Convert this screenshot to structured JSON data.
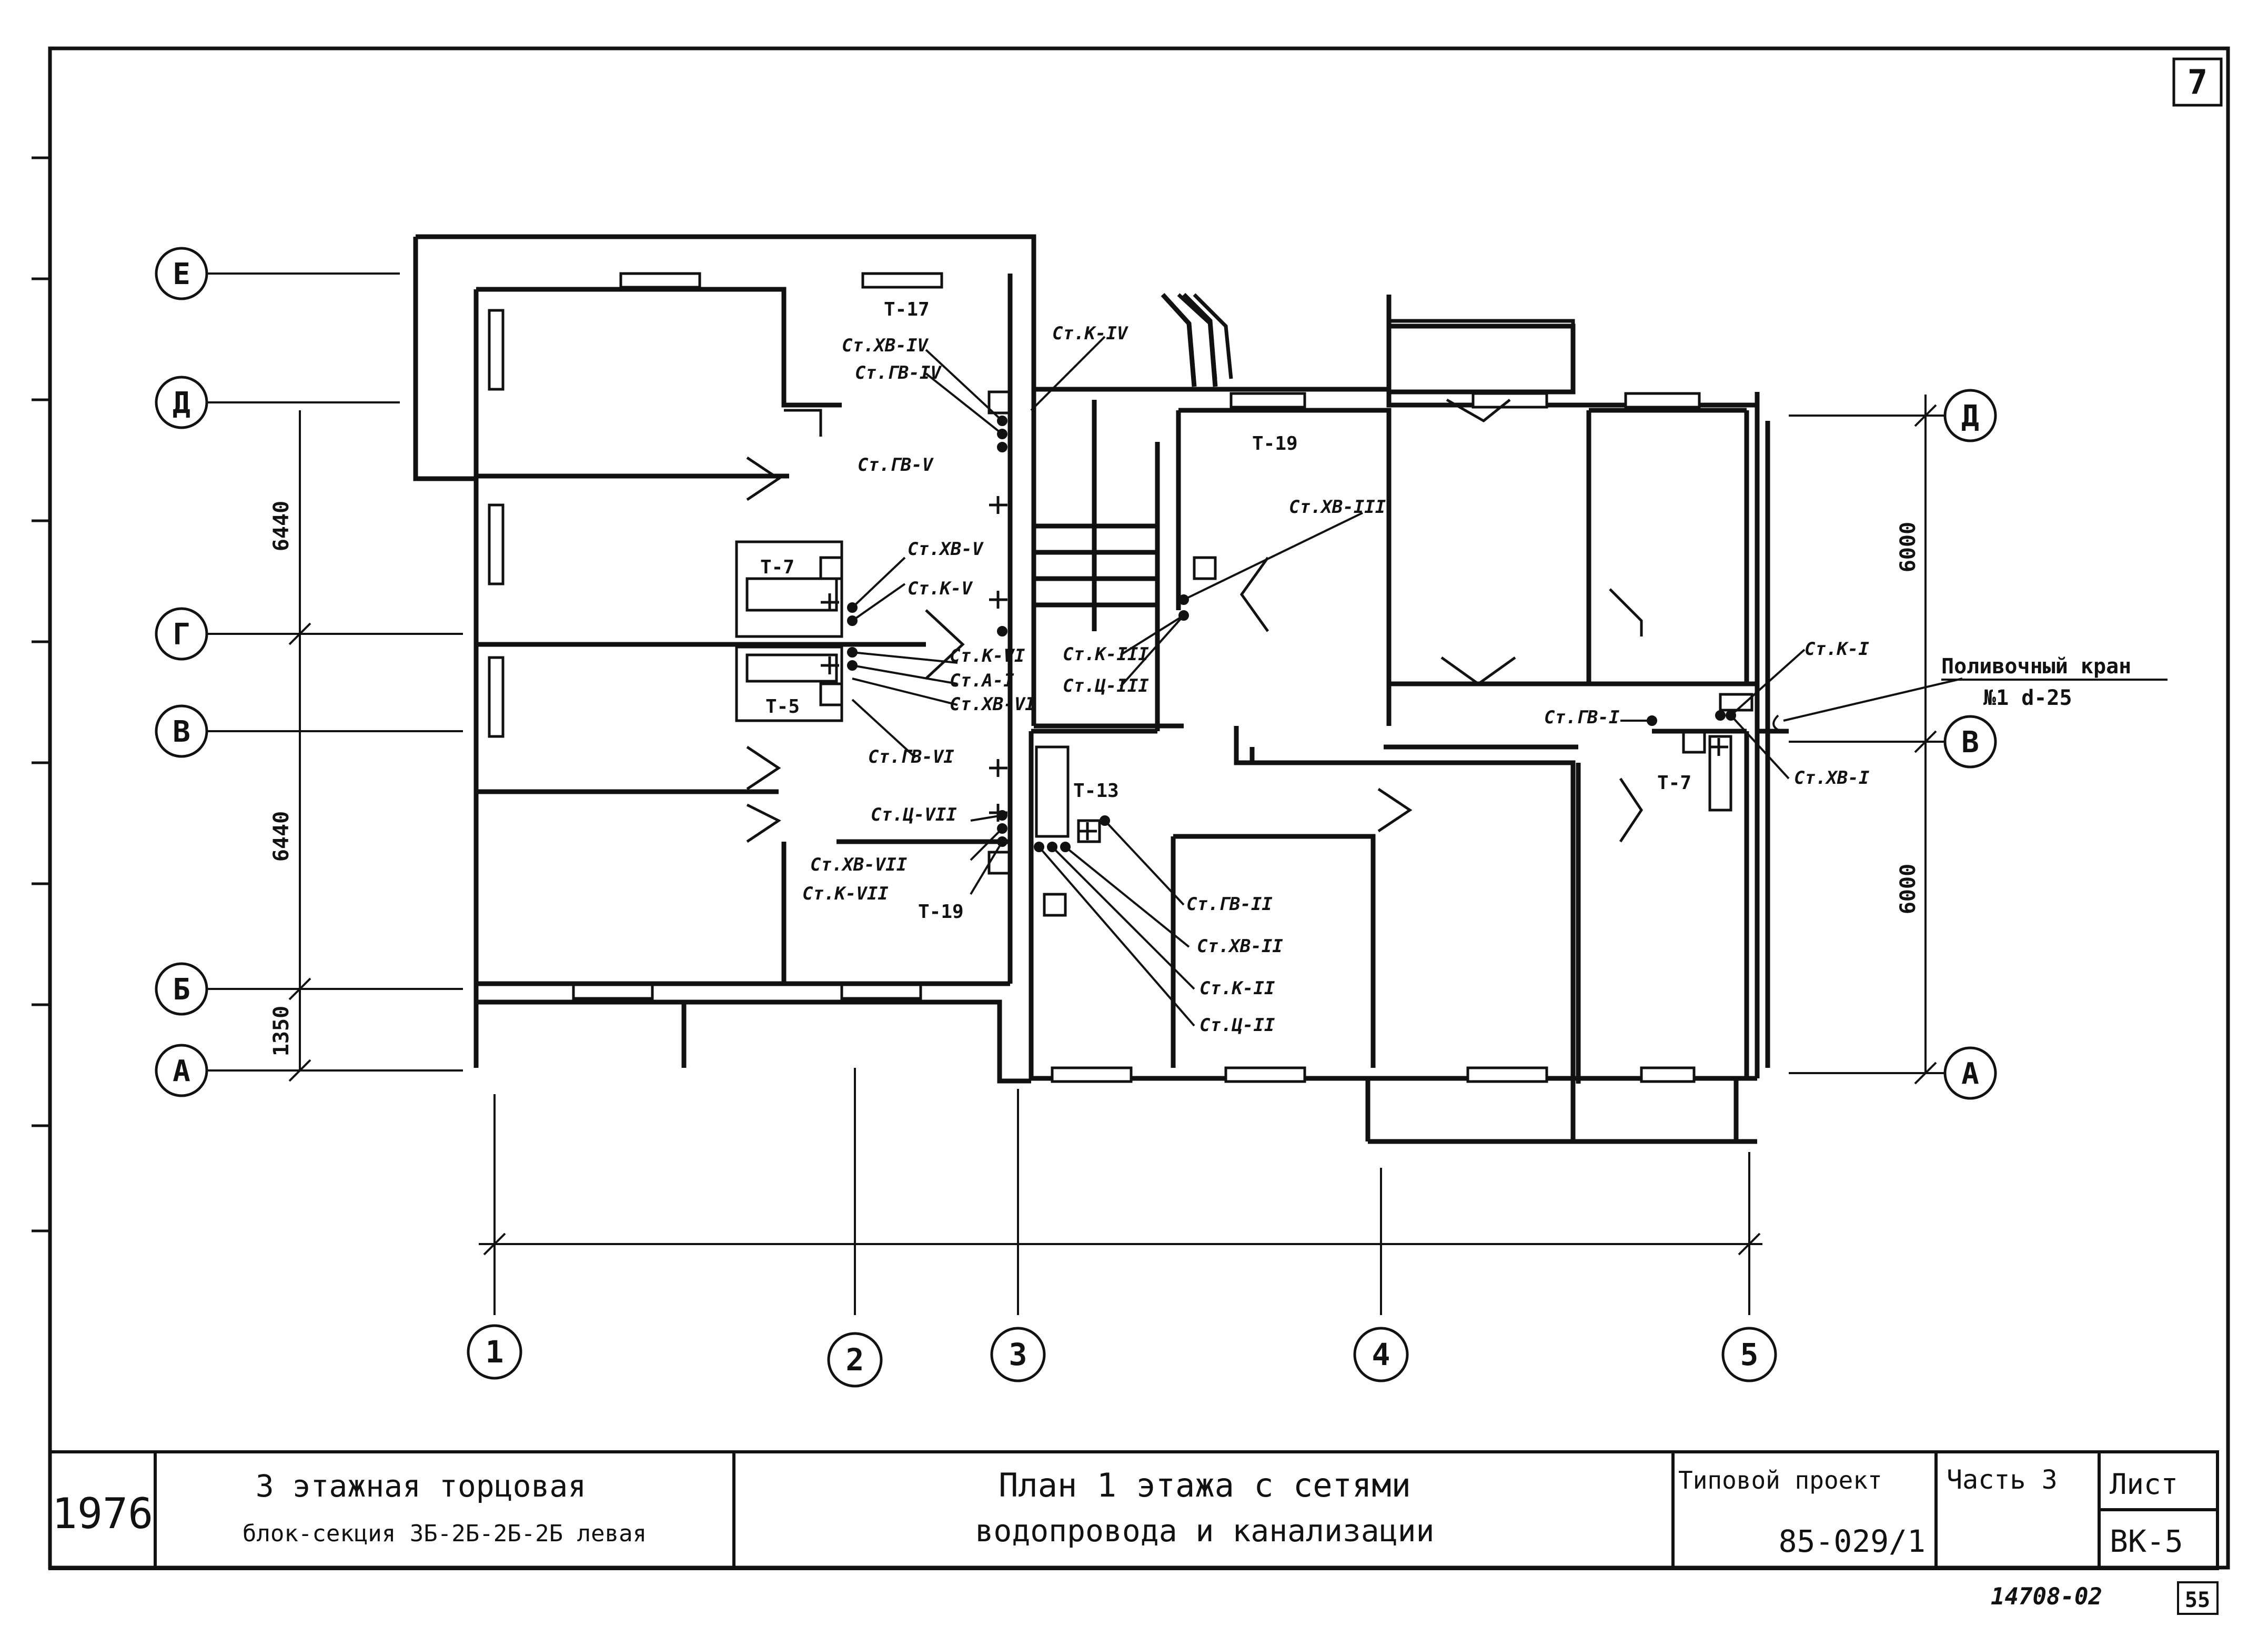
{
  "sheet_number": "7",
  "page_number": "55",
  "inventory_code": "14708-02",
  "axes_letters": {
    "E": "Е",
    "D": "Д",
    "G": "Г",
    "V": "В",
    "B": "Б",
    "A": "А"
  },
  "axes_numbers": [
    "1",
    "2",
    "3",
    "4",
    "5"
  ],
  "dimensions": {
    "d1": "6440",
    "d2": "6440",
    "d3": "1350",
    "r1": "6000",
    "r2": "6000"
  },
  "rooms": {
    "t17": "Т-17",
    "t19a": "Т-19",
    "t7a": "Т-7",
    "t5": "Т-5",
    "t13": "Т-13",
    "t19b": "Т-19",
    "t7b": "Т-7"
  },
  "risers": {
    "xv4": "Ст.ХВ-IV",
    "gv4": "Ст.ГВ-IV",
    "k4": "Ст.К-IV",
    "gv5": "Ст.ГВ-V",
    "xv5": "Ст.ХВ-V",
    "k5": "Ст.К-V",
    "k6": "Ст.К-VI",
    "a1": "Ст.А-I",
    "xv6": "Ст.ХВ-VI",
    "gv6": "Ст.ГВ-VI",
    "c7": "Ст.Ц-VII",
    "xv7": "Ст.ХВ-VII",
    "k7": "Ст.К-VII",
    "xv3": "Ст.ХВ-III",
    "k3": "Ст.К-III",
    "c3": "Ст.Ц-III",
    "gv2": "Ст.ГВ-II",
    "xv2": "Ст.ХВ-II",
    "k2": "Ст.К-II",
    "c2": "Ст.Ц-II",
    "k1": "Ст.К-I",
    "gv1": "Ст.ГВ-I",
    "xv1": "Ст.ХВ-I"
  },
  "hose_tap": {
    "line1": "Поливочный кран",
    "line2": "№1 d-25"
  },
  "title_block": {
    "year": "1976",
    "building_line1": "3 этажная торцовая",
    "building_line2": "блок-секция 3Б-2Б-2Б-2Б левая",
    "drawing_line1": "План 1 этажа с сетями",
    "drawing_line2": "водопровода и канализации",
    "project_label": "Типовой проект",
    "project_number": "85-029/1",
    "part": "Часть 3",
    "sheet_label": "Лист",
    "sheet_code": "ВК-5"
  }
}
